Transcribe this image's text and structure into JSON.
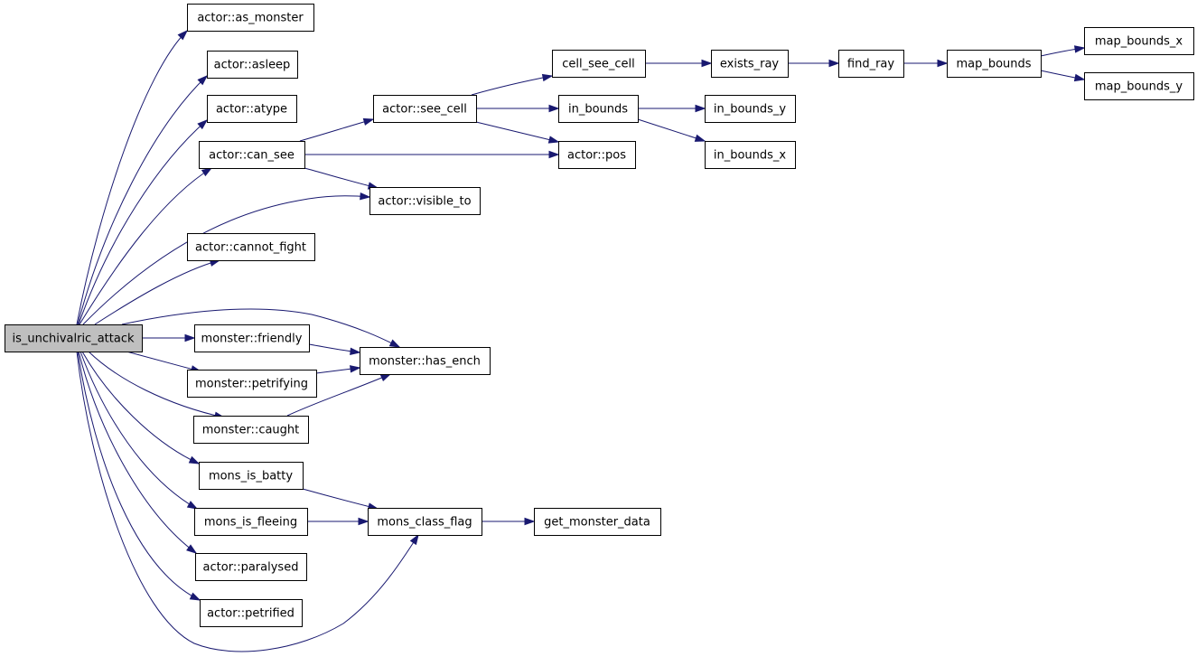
{
  "colors": {
    "edge": "#191970",
    "root_fill": "#bfbfbf",
    "node_fill": "#ffffff",
    "node_border": "#000000"
  },
  "nodes": [
    {
      "id": "root",
      "label": "is_unchivalric_attack"
    },
    {
      "id": "as_monster",
      "label": "actor::as_monster"
    },
    {
      "id": "asleep",
      "label": "actor::asleep"
    },
    {
      "id": "atype",
      "label": "actor::atype"
    },
    {
      "id": "can_see",
      "label": "actor::can_see"
    },
    {
      "id": "cannot_fight",
      "label": "actor::cannot_fight"
    },
    {
      "id": "friendly",
      "label": "monster::friendly"
    },
    {
      "id": "petrifying",
      "label": "monster::petrifying"
    },
    {
      "id": "caught",
      "label": "monster::caught"
    },
    {
      "id": "batty",
      "label": "mons_is_batty"
    },
    {
      "id": "fleeing",
      "label": "mons_is_fleeing"
    },
    {
      "id": "paralysed",
      "label": "actor::paralysed"
    },
    {
      "id": "petrified",
      "label": "actor::petrified"
    },
    {
      "id": "see_cell",
      "label": "actor::see_cell"
    },
    {
      "id": "visible_to",
      "label": "actor::visible_to"
    },
    {
      "id": "has_ench",
      "label": "monster::has_ench"
    },
    {
      "id": "class_flag",
      "label": "mons_class_flag"
    },
    {
      "id": "cell_see_cell",
      "label": "cell_see_cell"
    },
    {
      "id": "in_bounds",
      "label": "in_bounds"
    },
    {
      "id": "pos",
      "label": "actor::pos"
    },
    {
      "id": "get_monster_data",
      "label": "get_monster_data"
    },
    {
      "id": "exists_ray",
      "label": "exists_ray"
    },
    {
      "id": "in_bounds_y",
      "label": "in_bounds_y"
    },
    {
      "id": "in_bounds_x",
      "label": "in_bounds_x"
    },
    {
      "id": "find_ray",
      "label": "find_ray"
    },
    {
      "id": "map_bounds",
      "label": "map_bounds"
    },
    {
      "id": "map_bounds_x",
      "label": "map_bounds_x"
    },
    {
      "id": "map_bounds_y",
      "label": "map_bounds_y"
    }
  ],
  "edges": [
    {
      "from": "root",
      "to": "as_monster"
    },
    {
      "from": "root",
      "to": "asleep"
    },
    {
      "from": "root",
      "to": "atype"
    },
    {
      "from": "root",
      "to": "can_see"
    },
    {
      "from": "root",
      "to": "visible_to"
    },
    {
      "from": "root",
      "to": "cannot_fight"
    },
    {
      "from": "root",
      "to": "has_ench"
    },
    {
      "from": "root",
      "to": "friendly"
    },
    {
      "from": "root",
      "to": "petrifying"
    },
    {
      "from": "root",
      "to": "caught"
    },
    {
      "from": "root",
      "to": "batty"
    },
    {
      "from": "root",
      "to": "fleeing"
    },
    {
      "from": "root",
      "to": "paralysed"
    },
    {
      "from": "root",
      "to": "petrified"
    },
    {
      "from": "root",
      "to": "class_flag"
    },
    {
      "from": "can_see",
      "to": "see_cell"
    },
    {
      "from": "can_see",
      "to": "pos"
    },
    {
      "from": "can_see",
      "to": "visible_to"
    },
    {
      "from": "see_cell",
      "to": "cell_see_cell"
    },
    {
      "from": "see_cell",
      "to": "in_bounds"
    },
    {
      "from": "see_cell",
      "to": "pos"
    },
    {
      "from": "friendly",
      "to": "has_ench"
    },
    {
      "from": "petrifying",
      "to": "has_ench"
    },
    {
      "from": "caught",
      "to": "has_ench"
    },
    {
      "from": "batty",
      "to": "class_flag"
    },
    {
      "from": "fleeing",
      "to": "class_flag"
    },
    {
      "from": "class_flag",
      "to": "get_monster_data"
    },
    {
      "from": "cell_see_cell",
      "to": "exists_ray"
    },
    {
      "from": "exists_ray",
      "to": "find_ray"
    },
    {
      "from": "find_ray",
      "to": "map_bounds"
    },
    {
      "from": "map_bounds",
      "to": "map_bounds_x"
    },
    {
      "from": "map_bounds",
      "to": "map_bounds_y"
    },
    {
      "from": "in_bounds",
      "to": "in_bounds_y"
    },
    {
      "from": "in_bounds",
      "to": "in_bounds_x"
    }
  ]
}
